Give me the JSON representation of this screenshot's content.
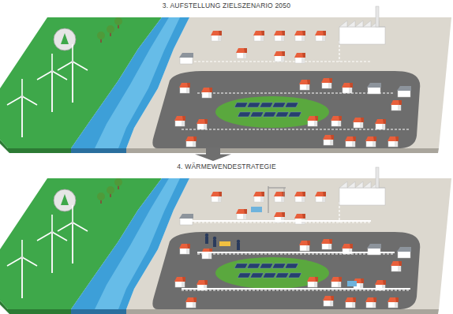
{
  "diagram": {
    "nodes": [
      {
        "text": [
          "3. AUFSTELLUNG ZIELSZENARIO 2050"
        ]
      },
      {
        "text": [
          "4. WÄRMEWENDESTRATEGIE"
        ]
      }
    ],
    "edges": [
      {
        "from": 0,
        "to": 1,
        "arrow": "to"
      }
    ]
  }
}
